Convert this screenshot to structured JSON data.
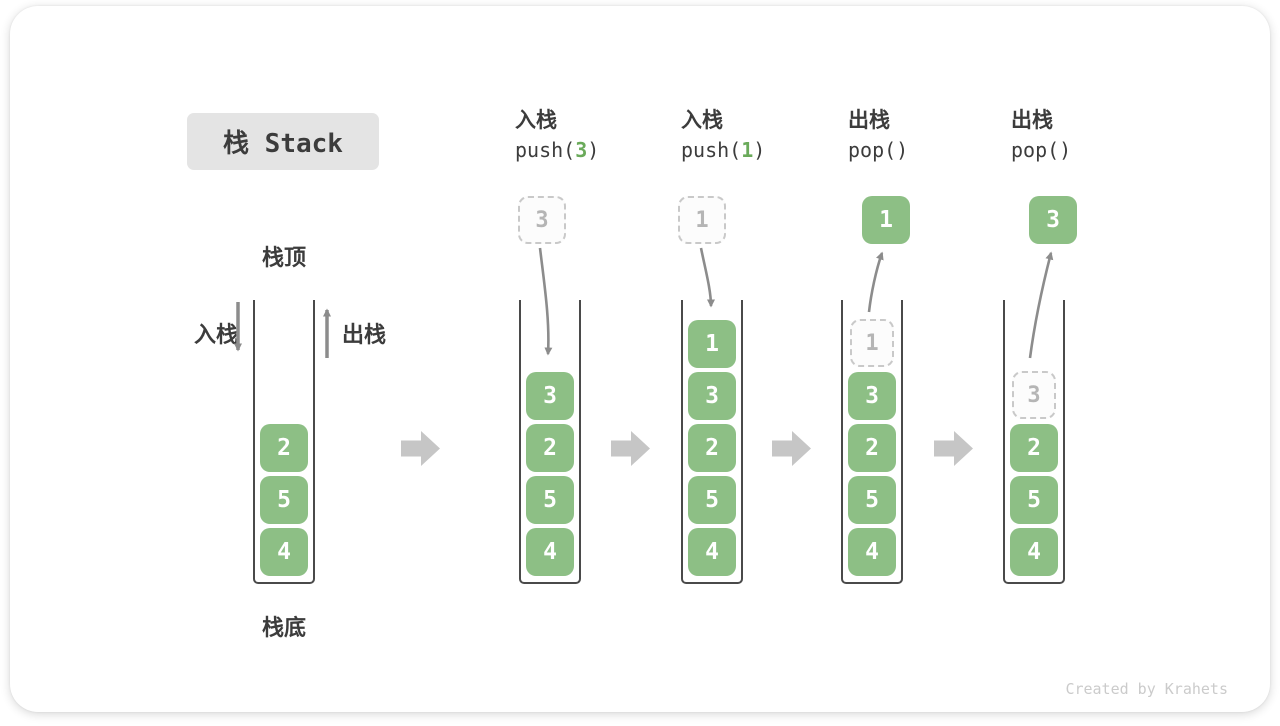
{
  "title": "栈 Stack",
  "watermark": "Created by Krahets",
  "side_labels": {
    "stack_top": "栈顶",
    "stack_bottom": "栈底",
    "push_side": "入栈",
    "pop_side": "出栈"
  },
  "operations": [
    {
      "kind": "入栈",
      "fn": "push(",
      "arg": "3",
      "close": ")"
    },
    {
      "kind": "入栈",
      "fn": "push(",
      "arg": "1",
      "close": ")"
    },
    {
      "kind": "出栈",
      "fn": "pop()",
      "arg": "",
      "close": ""
    },
    {
      "kind": "出栈",
      "fn": "pop()",
      "arg": "",
      "close": ""
    }
  ],
  "stacks": [
    {
      "name": "initial state",
      "cells": [
        "2",
        "5",
        "4"
      ]
    },
    {
      "name": "after push(3)",
      "incoming": "3",
      "cells": [
        "3",
        "2",
        "5",
        "4"
      ]
    },
    {
      "name": "after push(1)",
      "incoming": "1",
      "cells": [
        "1",
        "3",
        "2",
        "5",
        "4"
      ]
    },
    {
      "name": "after pop() returning 1",
      "outgoing": "1",
      "ghost": "1",
      "cells": [
        "3",
        "2",
        "5",
        "4"
      ]
    },
    {
      "name": "after pop() returning 3",
      "outgoing": "3",
      "ghost": "3",
      "cells": [
        "2",
        "5",
        "4"
      ]
    }
  ],
  "colors": {
    "cell_green": "#8dbf85",
    "code_arg_green": "#6aaa5a",
    "flow_arrow_gray": "#8c8c8c",
    "step_arrow_gray": "#c6c6c6",
    "ghost_gray": "#b5b5b5",
    "text_dark": "#3c3c3c",
    "title_bg": "#e4e4e4",
    "watermark_gray": "#cbcbcb"
  }
}
